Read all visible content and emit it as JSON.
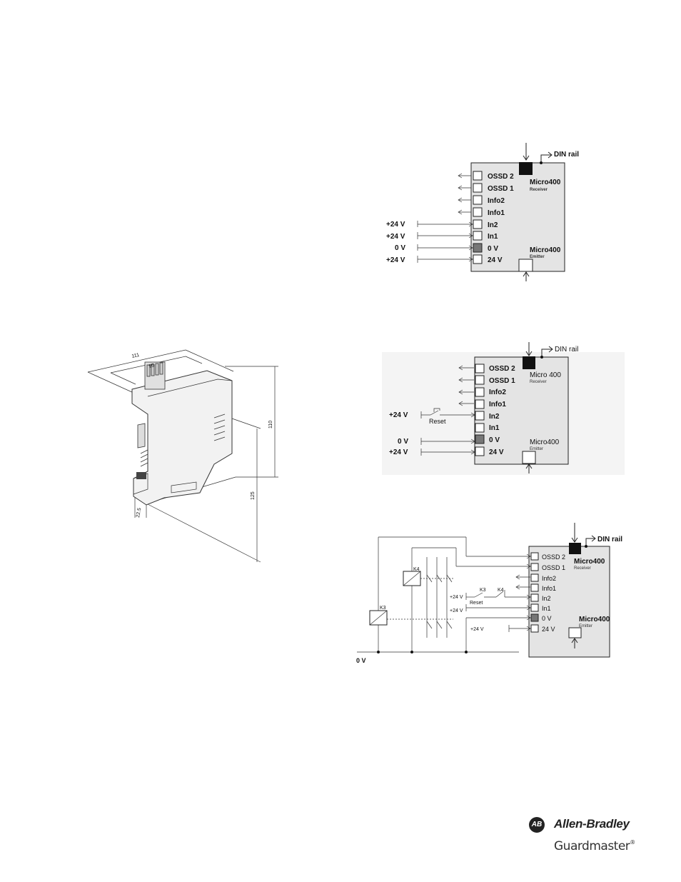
{
  "diagram1": {
    "din_rail": "DIN rail",
    "receiver_title": "Micro400",
    "receiver_sub": "Receiver",
    "emitter_title": "Micro400",
    "emitter_sub": "Emitter",
    "terminals": [
      "OSSD 2",
      "OSSD 1",
      "Info2",
      "Info1",
      "In2",
      "In1",
      "0 V",
      "24 V"
    ],
    "inputs": [
      "+24 V",
      "+24 V",
      "0 V",
      "+24 V"
    ]
  },
  "diagram2": {
    "din_rail": "DIN rail",
    "receiver_title": "Micro 400",
    "receiver_sub": "Receiver",
    "emitter_title": "Micro400",
    "emitter_sub": "Emitter",
    "terminals": [
      "OSSD 2",
      "OSSD 1",
      "Info2",
      "Info1",
      "In2",
      "In1",
      "0 V",
      "24 V"
    ],
    "inputs": [
      "+24 V",
      "0 V",
      "+24 V"
    ],
    "reset": "Reset"
  },
  "diagram3": {
    "din_rail": "DIN rail",
    "receiver_title": "Micro400",
    "receiver_sub": "Receiver",
    "emitter_title": "Micro400",
    "emitter_sub": "Emitter",
    "terminals": [
      "OSSD 2",
      "OSSD 1",
      "Info2",
      "Info1",
      "In2",
      "In1",
      "0 V",
      "24 V"
    ],
    "k3": "K3",
    "k4": "K4",
    "reset": "Reset",
    "inputs": [
      "+24 V",
      "+24 V",
      "+24 V"
    ],
    "ground": "0 V"
  },
  "drawing": {
    "dims": [
      "111",
      "95",
      "110",
      "125",
      "22.5"
    ]
  },
  "logo": {
    "mark": "AB",
    "brand": "Allen-Bradley",
    "sub_brand": "Guardmaster",
    "registered": "®"
  }
}
